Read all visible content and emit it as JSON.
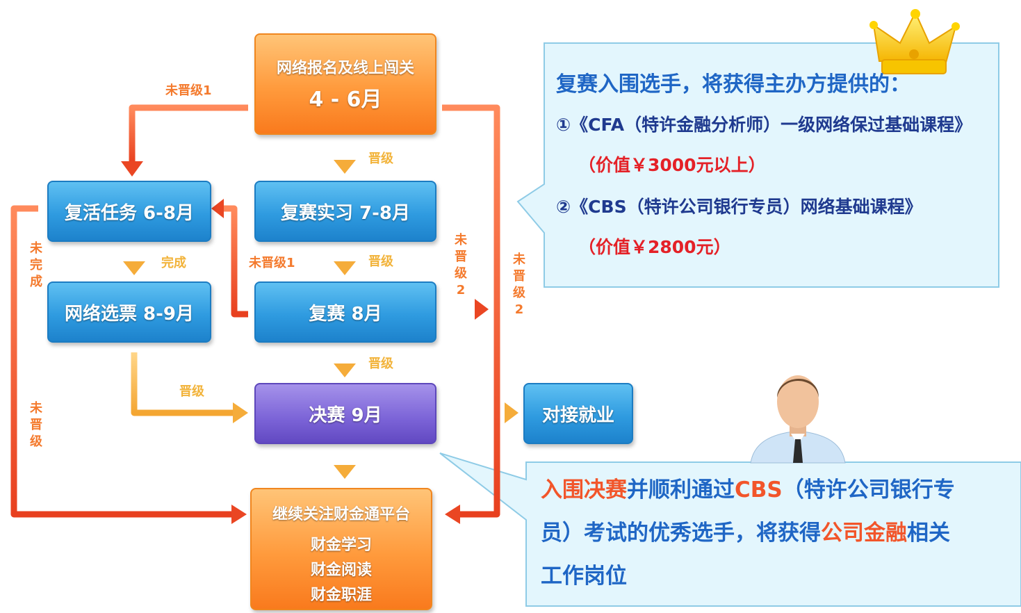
{
  "flow": {
    "registration": {
      "line1": "网络报名及线上闯关",
      "line2": "4 - 6月"
    },
    "revival": "复活任务  6-8月",
    "semi_practice": "复赛实习  7-8月",
    "online_vote": "网络选票  8-9月",
    "semifinal": "复赛  8月",
    "final": "决赛  9月",
    "employment": "对接就业",
    "platform": {
      "title": "继续关注财金通平台",
      "items": [
        "财金学习",
        "财金阅读",
        "财金职涯"
      ]
    }
  },
  "labels": {
    "not_promoted_1_top": "未晋级1",
    "not_promoted_1_mid": "未晋级1",
    "promote_a": "晋级",
    "promote_b": "晋级",
    "promote_c": "晋级",
    "promote_d": "晋级",
    "complete": "完成",
    "not_complete": [
      "未",
      "完",
      "成"
    ],
    "not_promoted": [
      "未",
      "晋",
      "级"
    ],
    "not_promoted_2_a": [
      "未",
      "晋",
      "级",
      "2"
    ],
    "not_promoted_2_b": [
      "未",
      "晋",
      "级",
      "2"
    ]
  },
  "callout_top": {
    "heading": "复赛入围选手，将获得主办方提供的：",
    "item1": "①《CFA（特许金融分析师）一级网络保过基础课程》",
    "item1_value": "（价值￥3000元以上）",
    "item2": "②《CBS（特许公司银行专员）网络基础课程》",
    "item2_value": "（价值￥2800元）"
  },
  "callout_bottom": {
    "p1": "入围决赛",
    "p2": "并顺利通过",
    "p3": "CBS",
    "p4": "（特许公司银行专",
    "p5": "员）考试的优秀选手，将获得",
    "p6": "公司金融",
    "p7": "相关",
    "p8": "工作岗位"
  },
  "colors": {
    "arrow_red": "#ef4a2a",
    "arrow_yellow": "#f7b84a",
    "callout_bg": "#e3f6fd",
    "callout_border": "#8ecbe6"
  },
  "icons": [
    "crown-icon",
    "businessman-icon"
  ]
}
